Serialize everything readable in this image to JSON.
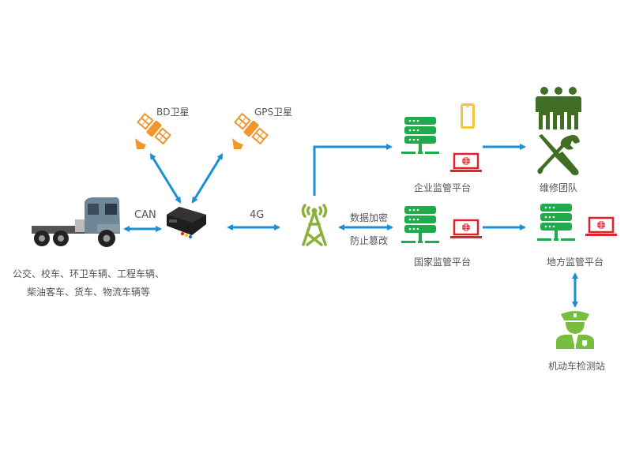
{
  "diagram": {
    "colors": {
      "arrow": "#1a8fd6",
      "satellite": "#f0962c",
      "server": "#1fab4b",
      "laptop": "#e0222a",
      "phone": "#f7c53d",
      "tower": "#8ab03a",
      "team": "#3f6e24",
      "officer": "#79bd3f"
    },
    "nodes": {
      "bd_satellite": {
        "label": "BD卫星",
        "icon": "satellite-icon"
      },
      "gps_satellite": {
        "label": "GPS卫星",
        "icon": "satellite-icon"
      },
      "truck": {
        "icon": "truck-icon"
      },
      "vehicle_types_line1": "公交、校车、环卫车辆、工程车辆、",
      "vehicle_types_line2": "柴油客车、货车、物流车辆等",
      "terminal": {
        "icon": "vehicle-terminal-icon"
      },
      "tower": {
        "icon": "cell-tower-icon"
      },
      "enterprise_platform": {
        "label": "企业监管平台",
        "icons": [
          "server-icon",
          "phone-icon",
          "laptop-icon"
        ]
      },
      "national_platform": {
        "label": "国家监管平台",
        "icons": [
          "server-icon",
          "laptop-icon"
        ]
      },
      "maintenance_team": {
        "label": "维修团队",
        "icons": [
          "team-icon",
          "tools-icon"
        ]
      },
      "local_platform": {
        "label": "地方监管平台",
        "icons": [
          "server-icon",
          "laptop-icon"
        ]
      },
      "inspection_station": {
        "label": "机动车检测站",
        "icon": "officer-icon"
      }
    },
    "edges": {
      "can": "CAN",
      "4g": "4G",
      "encryption_line1": "数据加密",
      "encryption_line2": "防止篡改"
    }
  }
}
